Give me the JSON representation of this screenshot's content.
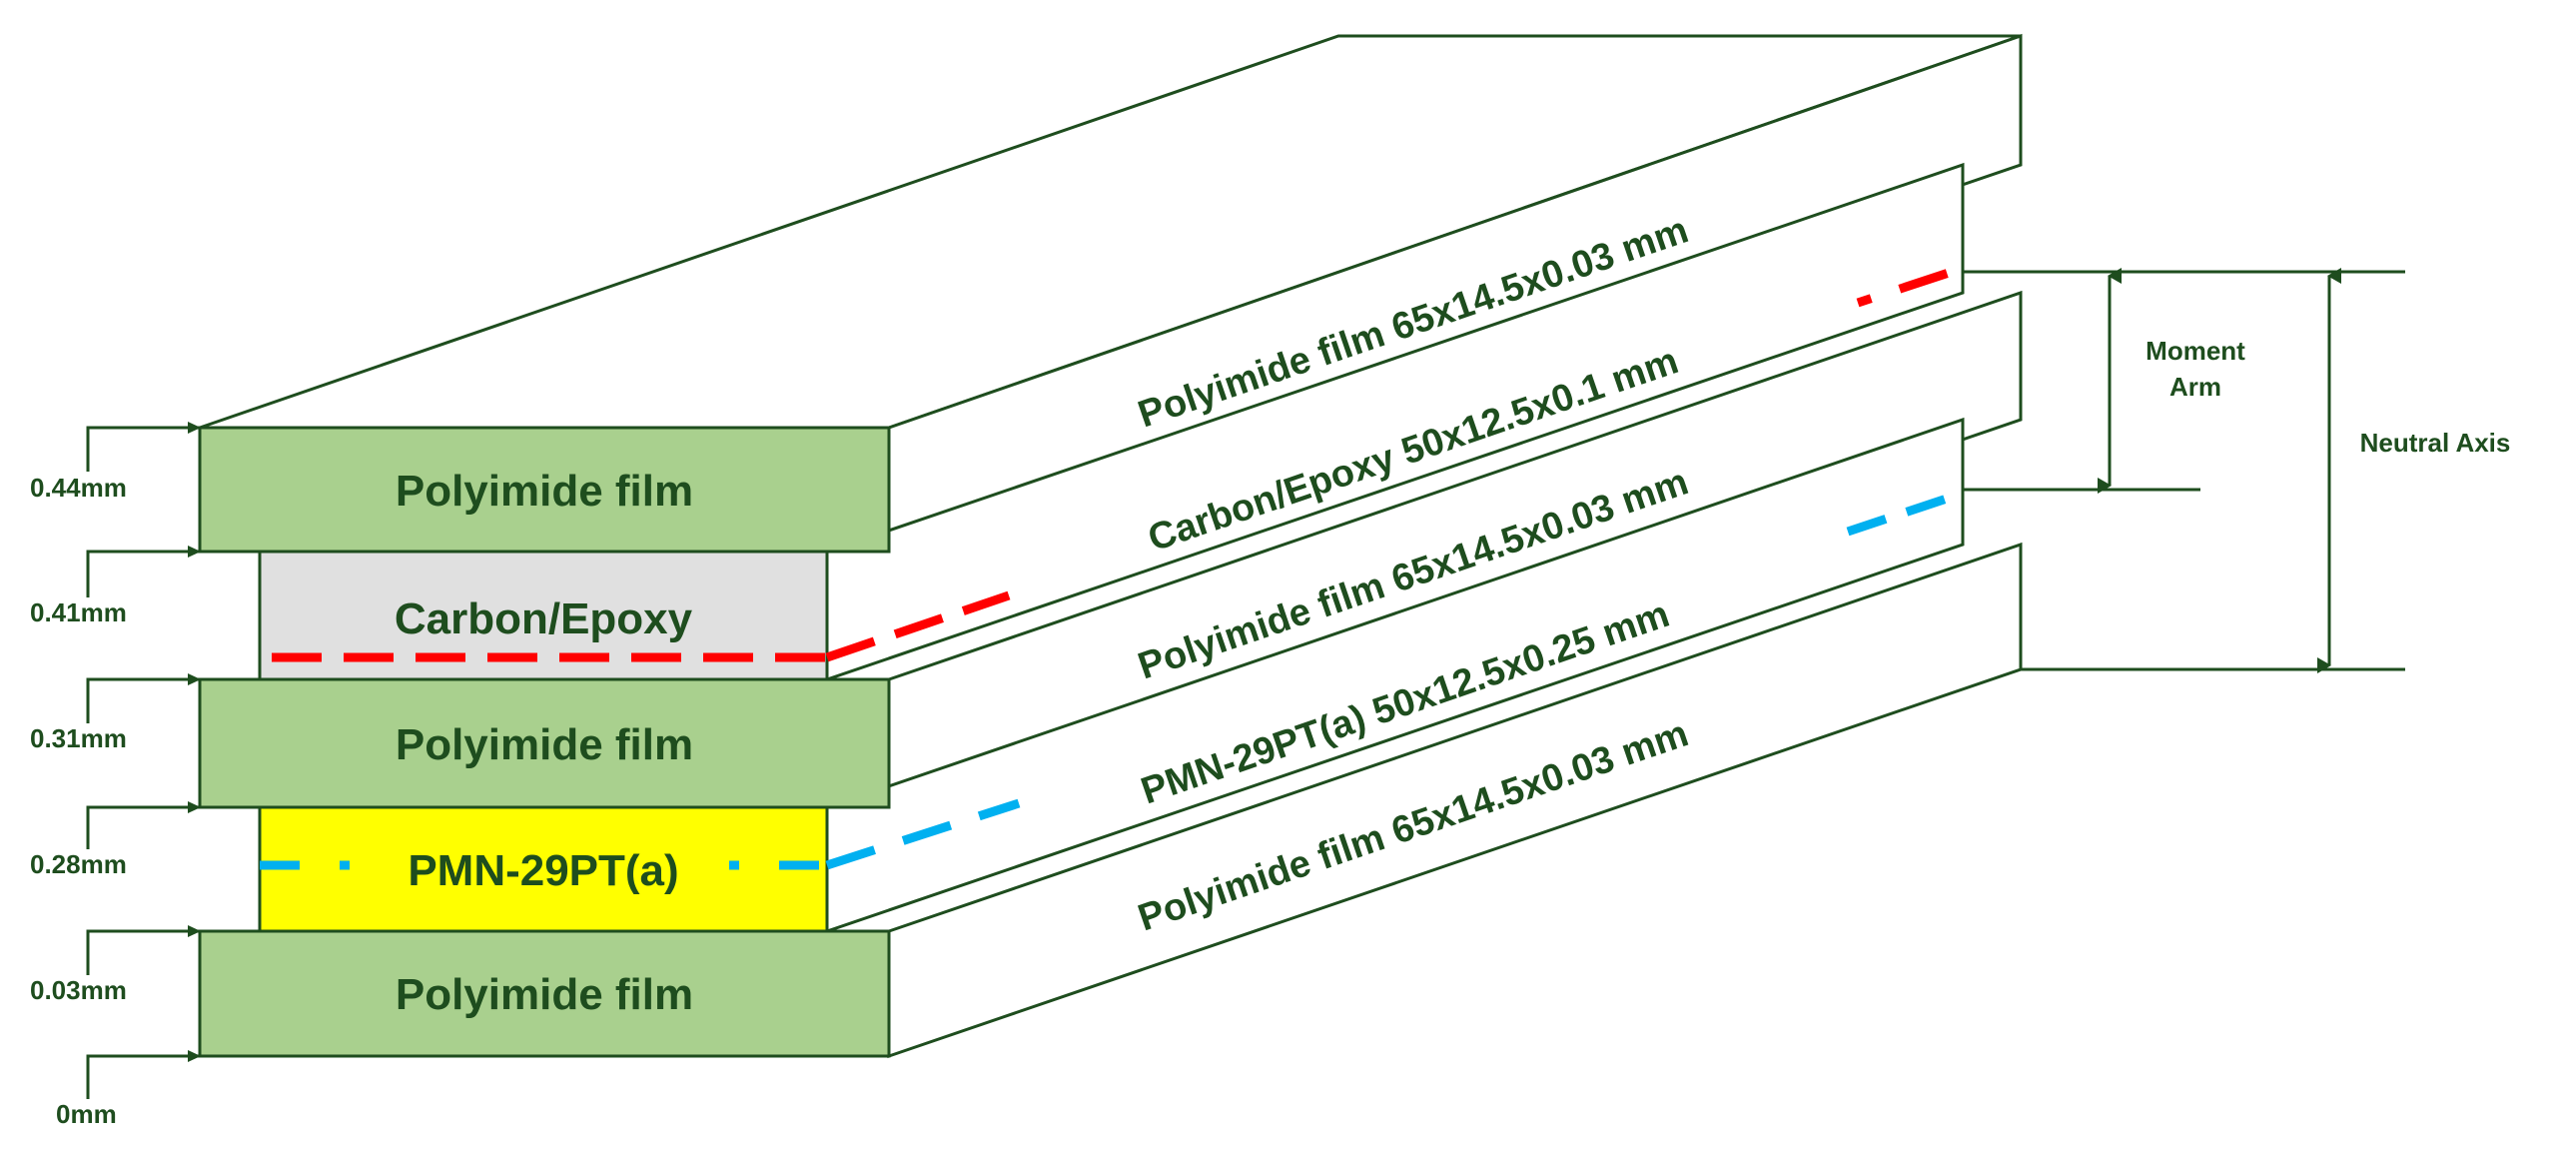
{
  "layers": [
    {
      "face_label": "Polyimide film",
      "side_label": "Polyimide film 65x14.5x0.03 mm",
      "fill": "#a9d08e"
    },
    {
      "face_label": "Carbon/Epoxy",
      "side_label": "Carbon/Epoxy 50x12.5x0.1 mm",
      "fill": "#e0e0e0"
    },
    {
      "face_label": "Polyimide film",
      "side_label": "Polyimide film 65x14.5x0.03 mm",
      "fill": "#a9d08e"
    },
    {
      "face_label": "PMN-29PT(a)",
      "side_label": "PMN-29PT(a) 50x12.5x0.25 mm",
      "fill": "#ffff00"
    },
    {
      "face_label": "Polyimide film",
      "side_label": "Polyimide film 65x14.5x0.03 mm",
      "fill": "#a9d08e"
    }
  ],
  "thickness_marks": [
    "0.44mm",
    "0.41mm",
    "0.31mm",
    "0.28mm",
    "0.03mm",
    "0mm"
  ],
  "dimensions": {
    "moment_arm": "Moment Arm",
    "neutral_axis": "Neutral Axis"
  },
  "colors": {
    "outline": "#1e4d1e",
    "carbon_dash": "#ff0000",
    "pmn_dash": "#00b0f0"
  }
}
